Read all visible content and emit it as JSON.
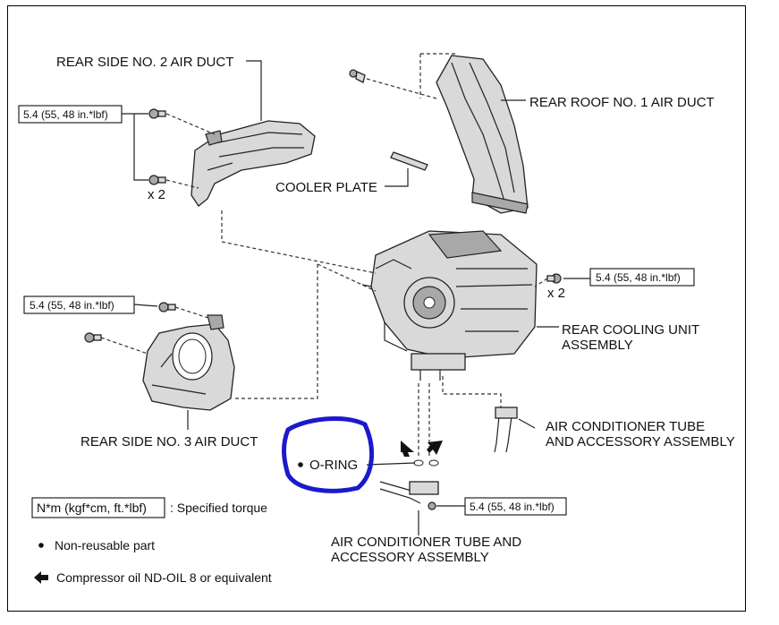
{
  "labels": {
    "rear_side_no2_air_duct": "REAR SIDE NO. 2 AIR DUCT",
    "rear_roof_no1_air_duct": "REAR ROOF NO. 1 AIR DUCT",
    "cooler_plate": "COOLER PLATE",
    "rear_cooling_unit_line1": "REAR COOLING UNIT",
    "rear_cooling_unit_line2": "ASSEMBLY",
    "rear_side_no3_air_duct": "REAR SIDE NO. 3 AIR DUCT",
    "ac_tube_right_line1": "AIR CONDITIONER TUBE",
    "ac_tube_right_line2": "AND ACCESSORY ASSEMBLY",
    "ac_tube_bottom_line1": "AIR CONDITIONER TUBE AND",
    "ac_tube_bottom_line2": "ACCESSORY ASSEMBLY",
    "o_ring": "O-RING"
  },
  "torque": {
    "top_left": "5.4 (55, 48 in.*lbf)",
    "mid_left": "5.4 (55, 48 in.*lbf)",
    "right": "5.4 (55, 48 in.*lbf)",
    "bottom": "5.4 (55, 48 in.*lbf)"
  },
  "quantity": {
    "top_left": "x 2",
    "right": "x 2"
  },
  "legend": {
    "torque_unit": "N*m (kgf*cm, ft.*lbf)",
    "torque_desc": ": Specified torque",
    "non_reusable": "Non-reusable part",
    "compressor_oil": "Compressor oil ND-OIL 8 or equivalent"
  },
  "colors": {
    "highlight_circle": "#1a1acc",
    "line": "#222222"
  }
}
